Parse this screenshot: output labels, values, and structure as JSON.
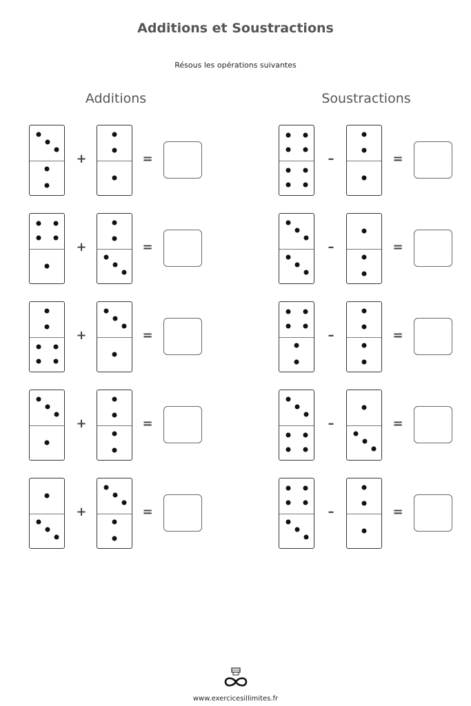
{
  "title": "Additions et Soustractions",
  "subtitle": "Résous les opérations suivantes",
  "columns": {
    "left": "Additions",
    "right": "Soustractions"
  },
  "operators": {
    "add": "+",
    "sub": "–",
    "equals": "="
  },
  "additions": [
    {
      "a": [
        3,
        2
      ],
      "b": [
        2,
        1
      ]
    },
    {
      "a": [
        4,
        1
      ],
      "b": [
        2,
        3
      ]
    },
    {
      "a": [
        2,
        4
      ],
      "b": [
        3,
        1
      ]
    },
    {
      "a": [
        3,
        1
      ],
      "b": [
        2,
        2
      ]
    },
    {
      "a": [
        1,
        3
      ],
      "b": [
        3,
        2
      ]
    }
  ],
  "subtractions": [
    {
      "a": [
        4,
        4
      ],
      "b": [
        2,
        1
      ]
    },
    {
      "a": [
        3,
        3
      ],
      "b": [
        1,
        2
      ]
    },
    {
      "a": [
        4,
        2
      ],
      "b": [
        2,
        2
      ]
    },
    {
      "a": [
        3,
        4
      ],
      "b": [
        1,
        3
      ]
    },
    {
      "a": [
        4,
        3
      ],
      "b": [
        2,
        1
      ]
    }
  ],
  "footer": {
    "url": "www.exercicesillimites.fr",
    "logo_icon": "infinity-logo-icon"
  }
}
